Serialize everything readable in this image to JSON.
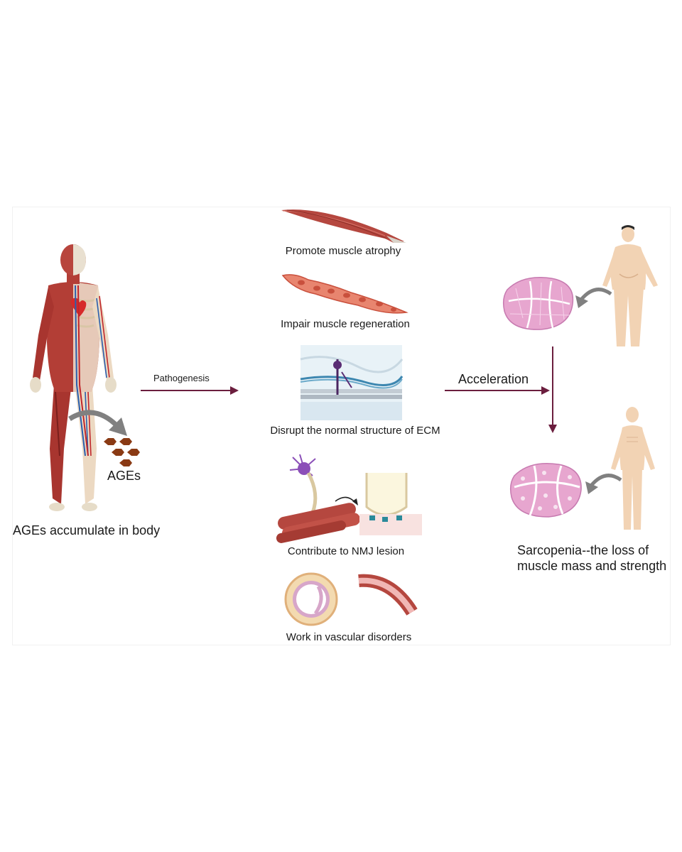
{
  "left": {
    "caption": "AGEs accumulate in body",
    "ages_label": "AGEs"
  },
  "arrows": {
    "pathogenesis": "Pathogenesis",
    "acceleration": "Acceleration"
  },
  "effects": [
    {
      "label": "Promote muscle atrophy"
    },
    {
      "label": "Impair muscle regeneration"
    },
    {
      "label": "Disrupt the normal structure of ECM"
    },
    {
      "label": "Contribute to NMJ lesion"
    },
    {
      "label": "Work in vascular disorders"
    }
  ],
  "right": {
    "caption_line1": "Sarcopenia--the loss of",
    "caption_line2": "muscle mass and strength"
  },
  "colors": {
    "arrow": "#6b1e3e",
    "muscle": "#b5473f",
    "muscle_light": "#e8856f",
    "ages_hex": "#8a3a14",
    "tissue_pink": "#e7a6cf",
    "skin": "#f2d3b4",
    "curve_arrow": "#7a7a7a"
  },
  "icons": [
    "human-anatomy-icon",
    "ages-molecule-icon",
    "muscle-fiber-icon",
    "myoblast-icon",
    "ecm-membrane-icon",
    "neuromuscular-junction-icon",
    "blood-vessel-icon",
    "muscle-cross-section-icon",
    "person-icon"
  ]
}
